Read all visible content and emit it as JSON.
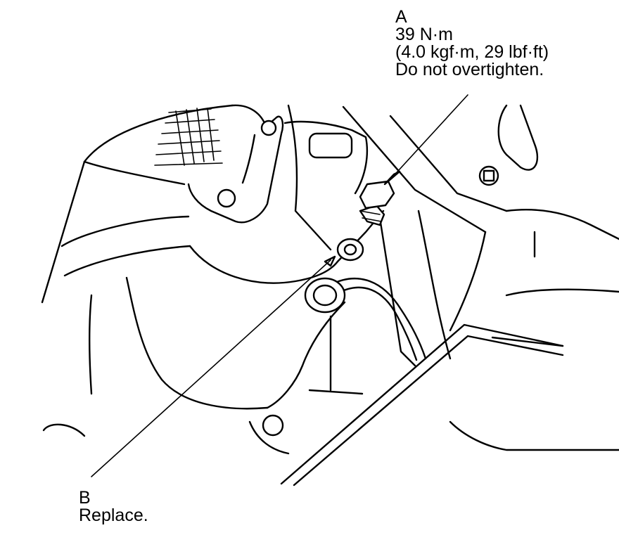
{
  "callout_a": {
    "letter": "A",
    "torque": "39 N·m",
    "torque_alt": "(4.0 kgf·m, 29 lbf·ft)",
    "note": "Do not overtighten."
  },
  "callout_b": {
    "letter": "B",
    "note": "Replace."
  }
}
